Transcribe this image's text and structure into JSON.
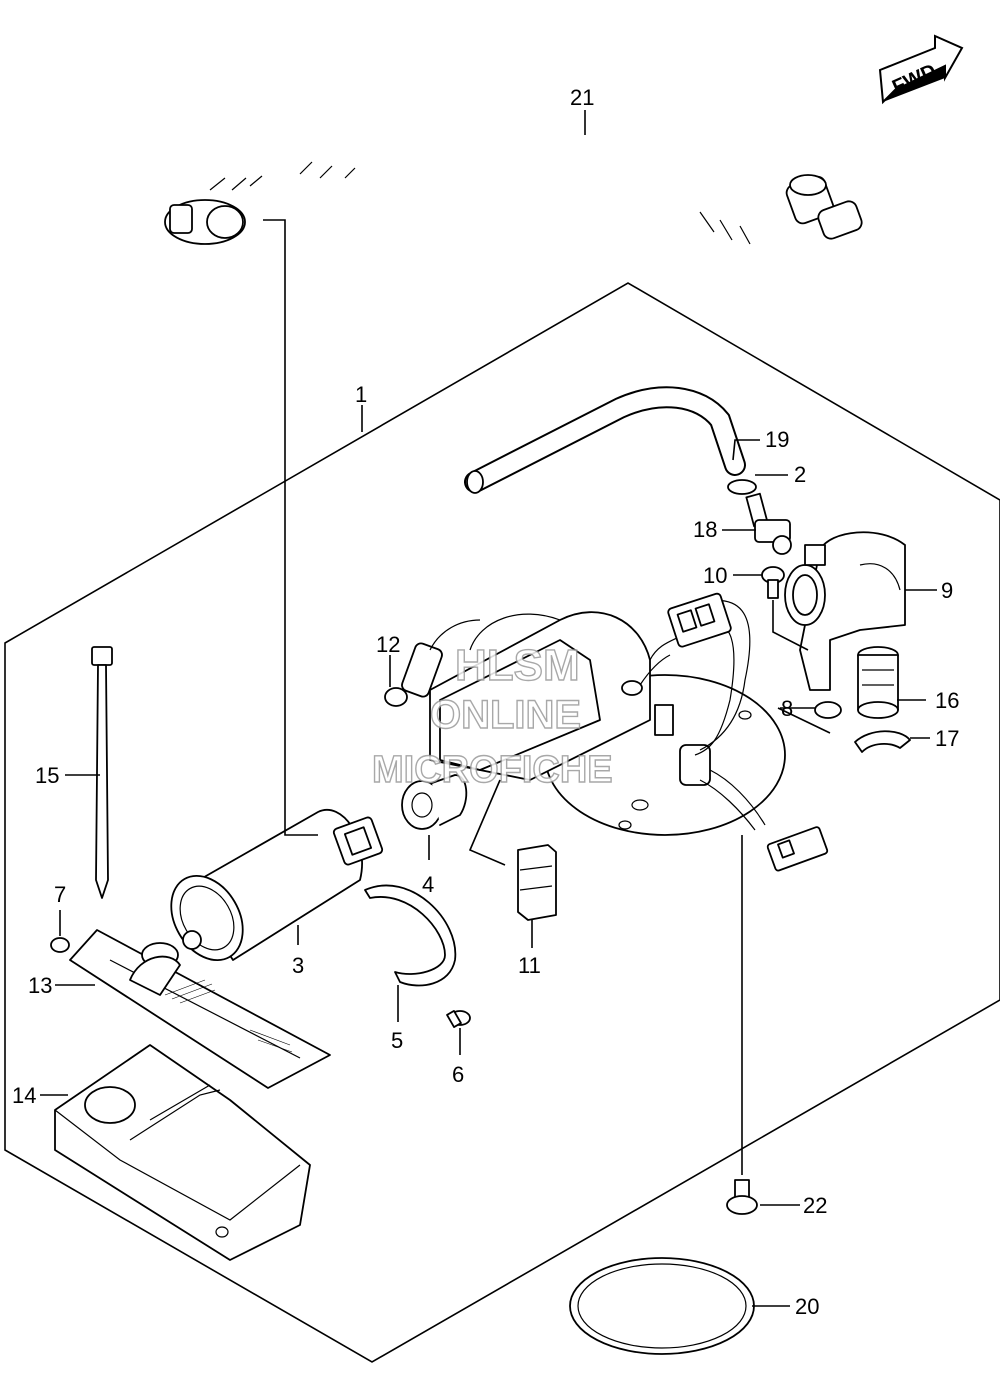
{
  "fwd_label": "FWD",
  "watermark": {
    "line1": "HLSM",
    "line2": "ONLINE",
    "line3": "MICROFICHE"
  },
  "callouts": {
    "c1": "1",
    "c2": "2",
    "c3": "3",
    "c4": "4",
    "c5": "5",
    "c6": "6",
    "c7": "7",
    "c8": "8",
    "c9": "9",
    "c10": "10",
    "c11": "11",
    "c12": "12",
    "c13": "13",
    "c14": "14",
    "c15": "15",
    "c16": "16",
    "c17": "17",
    "c18": "18",
    "c19": "19",
    "c20": "20",
    "c21": "21",
    "c22": "22"
  }
}
